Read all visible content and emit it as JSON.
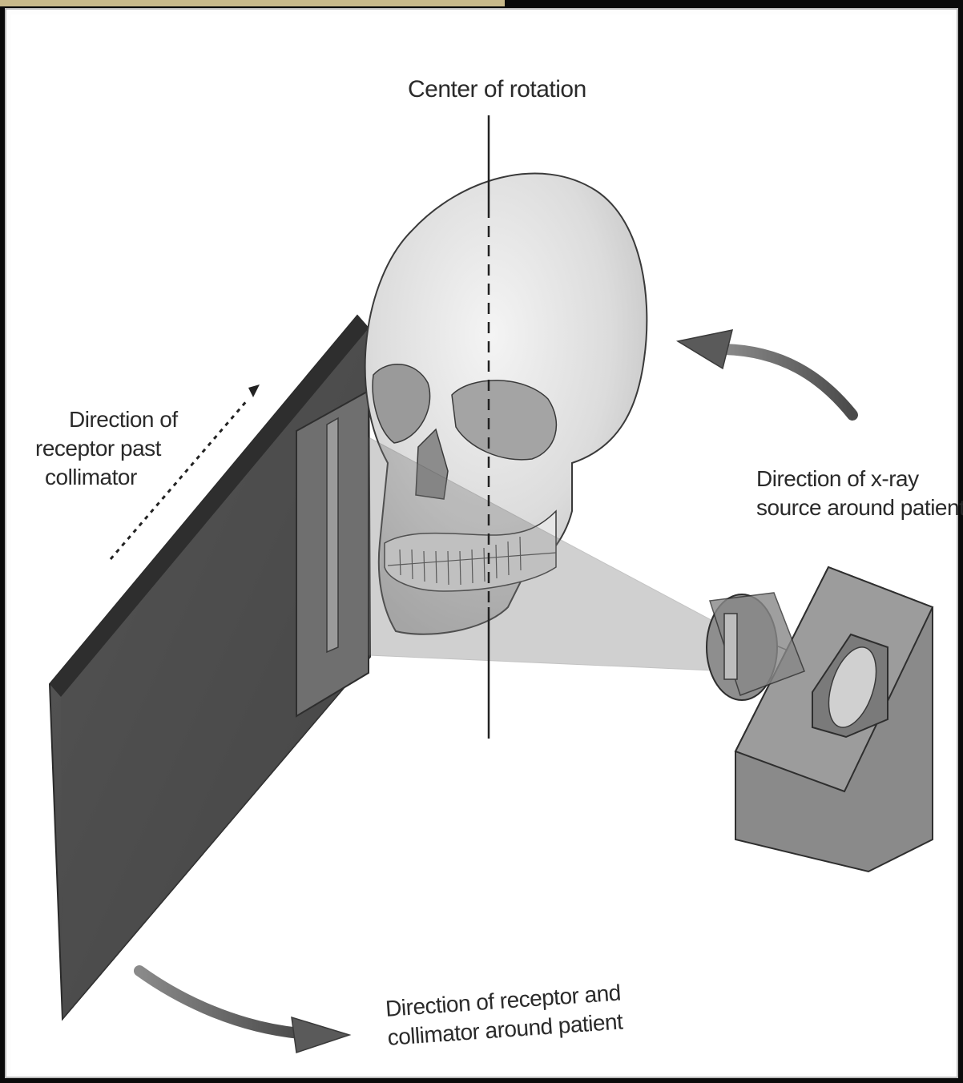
{
  "figure": {
    "labels": {
      "center_of_rotation": "Center of rotation",
      "receptor_past_collimator": [
        "Direction of",
        "receptor past",
        "collimator"
      ],
      "xray_source": [
        "Direction of x-ray",
        "source around patient"
      ],
      "receptor_collimator_around": [
        "Direction of receptor and",
        "collimator around patient"
      ]
    }
  }
}
